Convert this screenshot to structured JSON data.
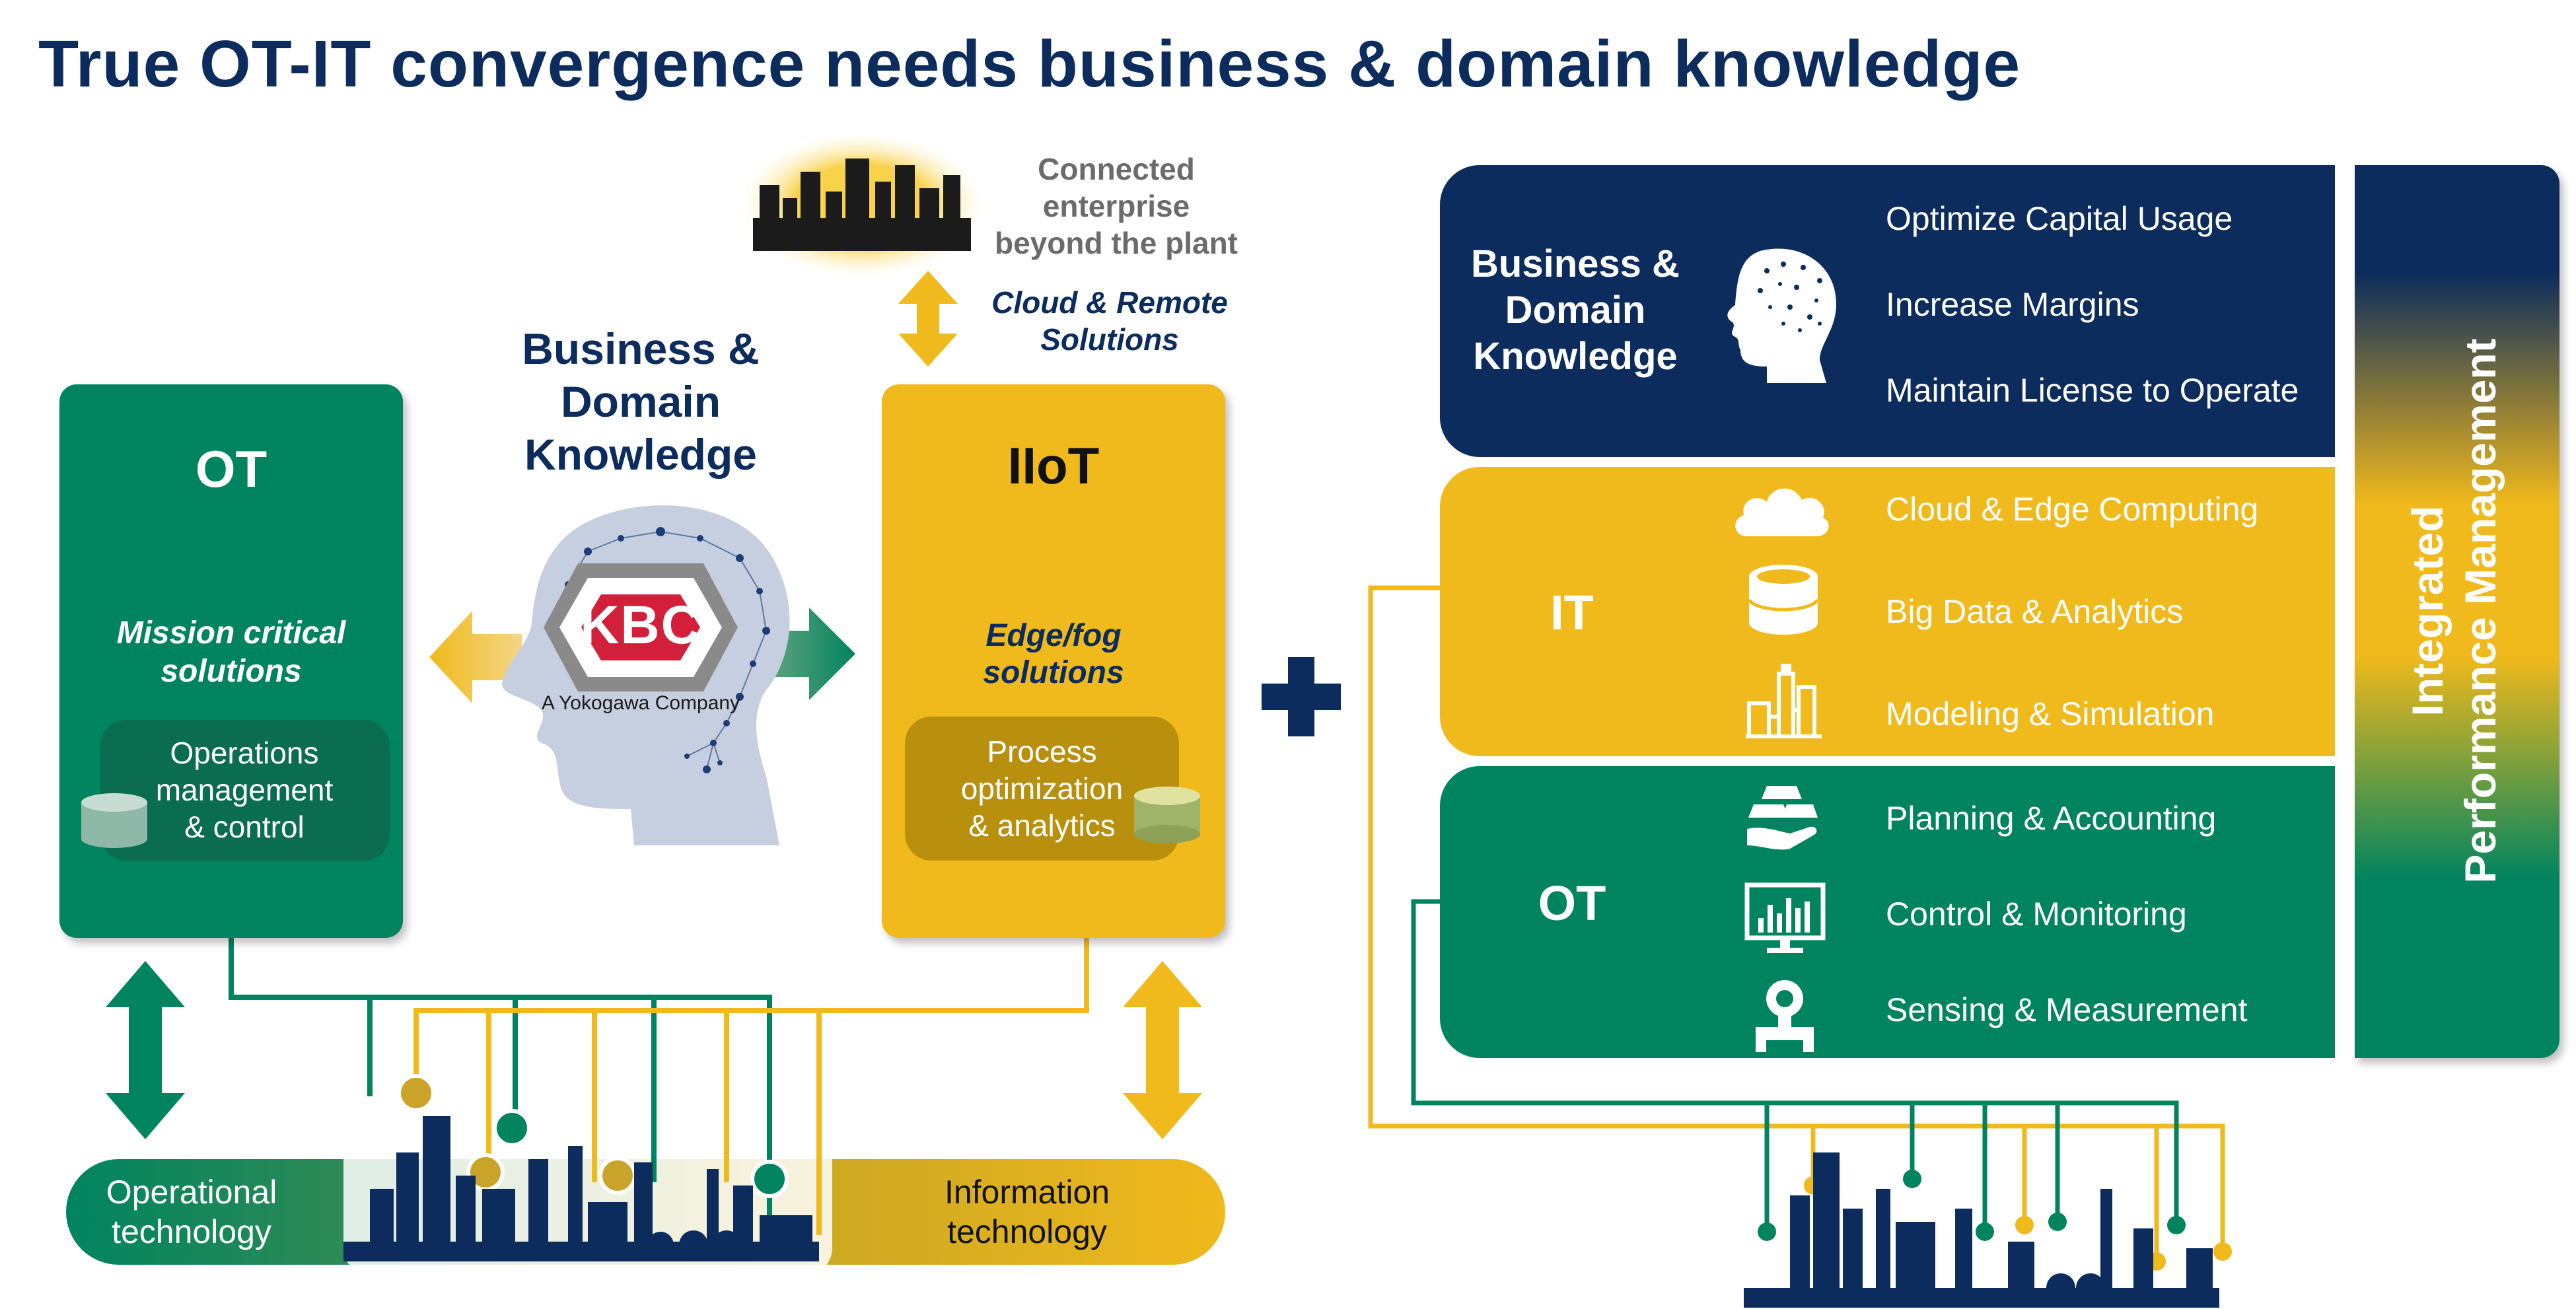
{
  "title": "True OT-IT convergence needs business & domain knowledge",
  "colors": {
    "navy": "#0b2c5c",
    "green": "#00845f",
    "gold": "#f0b91c",
    "dark_gold": "#b8900e",
    "grey_head": "#c5cfe0"
  },
  "left": {
    "ot": {
      "title": "OT",
      "subtitle": "Mission critical solutions",
      "sub_line1": "Mission critical",
      "sub_line2": "solutions",
      "inner_l1": "Operations",
      "inner_l2": "management",
      "inner_l3": "& control"
    },
    "iiot": {
      "title": "IIoT",
      "sub_line1": "Edge/fog",
      "sub_line2": "solutions",
      "inner_l1": "Process",
      "inner_l2": "optimization",
      "inner_l3": "& analytics"
    },
    "bdk": {
      "l1": "Business &",
      "l2": "Domain",
      "l3": "Knowledge"
    },
    "logo": {
      "text": "KBC",
      "tagline": "A Yokogawa Company"
    },
    "enterprise": {
      "l1": "Connected",
      "l2": "enterprise",
      "l3": "beyond the plant"
    },
    "cloud": {
      "l1": "Cloud & Remote",
      "l2": "Solutions"
    },
    "bottom": {
      "ot_l1": "Operational",
      "ot_l2": "technology",
      "it_l1": "Information",
      "it_l2": "technology"
    }
  },
  "plus": "+",
  "right": {
    "bdk": {
      "l1": "Business &",
      "l2": "Domain",
      "l3": "Knowledge",
      "items": [
        "Optimize Capital Usage",
        "Increase Margins",
        "Maintain License to Operate"
      ]
    },
    "it": {
      "label": "IT",
      "items": [
        "Cloud & Edge Computing",
        "Big Data & Analytics",
        "Modeling & Simulation"
      ]
    },
    "ot": {
      "label": "OT",
      "items": [
        "Planning & Accounting",
        "Control & Monitoring",
        "Sensing & Measurement"
      ]
    },
    "ipm": {
      "l1": "Integrated",
      "l2": "Performance Management"
    }
  }
}
